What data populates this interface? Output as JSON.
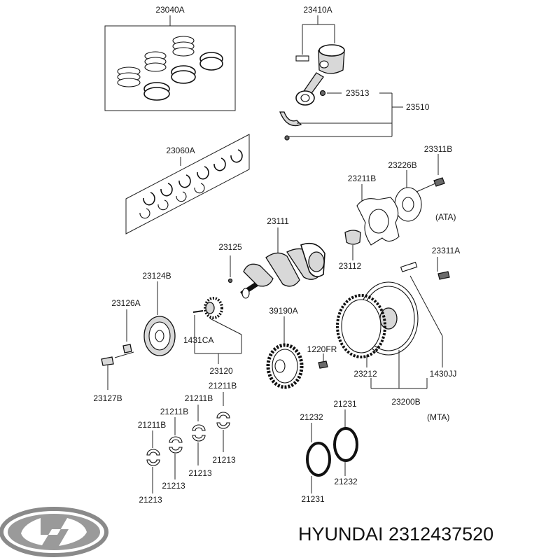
{
  "labels": {
    "p23040A": "23040A",
    "p23410A": "23410A",
    "p23513": "23513",
    "p23510": "23510",
    "p23060A": "23060A",
    "p23311B": "23311B",
    "p23226B": "23226B",
    "p23211B": "23211B",
    "ata": "(ATA)",
    "p23111": "23111",
    "p23125": "23125",
    "p23112": "23112",
    "p23311A": "23311A",
    "p23124B": "23124B",
    "p23126A": "23126A",
    "p39190A": "39190A",
    "p1431CA": "1431CA",
    "p1220FR": "1220FR",
    "p23120": "23120",
    "p23212": "23212",
    "p1430JJ": "1430JJ",
    "p23127B": "23127B",
    "p23200B": "23200B",
    "mta": "(MTA)",
    "p21211B_1": "21211B",
    "p21211B_2": "21211B",
    "p21211B_3": "21211B",
    "p21211B_4": "21211B",
    "p21213_1": "21213",
    "p21213_2": "21213",
    "p21213_3": "21213",
    "p21213_4": "21213",
    "p21231_top": "21231",
    "p21232_top": "21232",
    "p21232_bottom": "21232",
    "p21231_bottom": "21231"
  },
  "footer": {
    "brand_text": "HYUNDAI 2312437520"
  },
  "colors": {
    "logo": "#8a8a8a",
    "line": "#222222"
  },
  "icons": {
    "logo": "hyundai-logo-icon"
  }
}
